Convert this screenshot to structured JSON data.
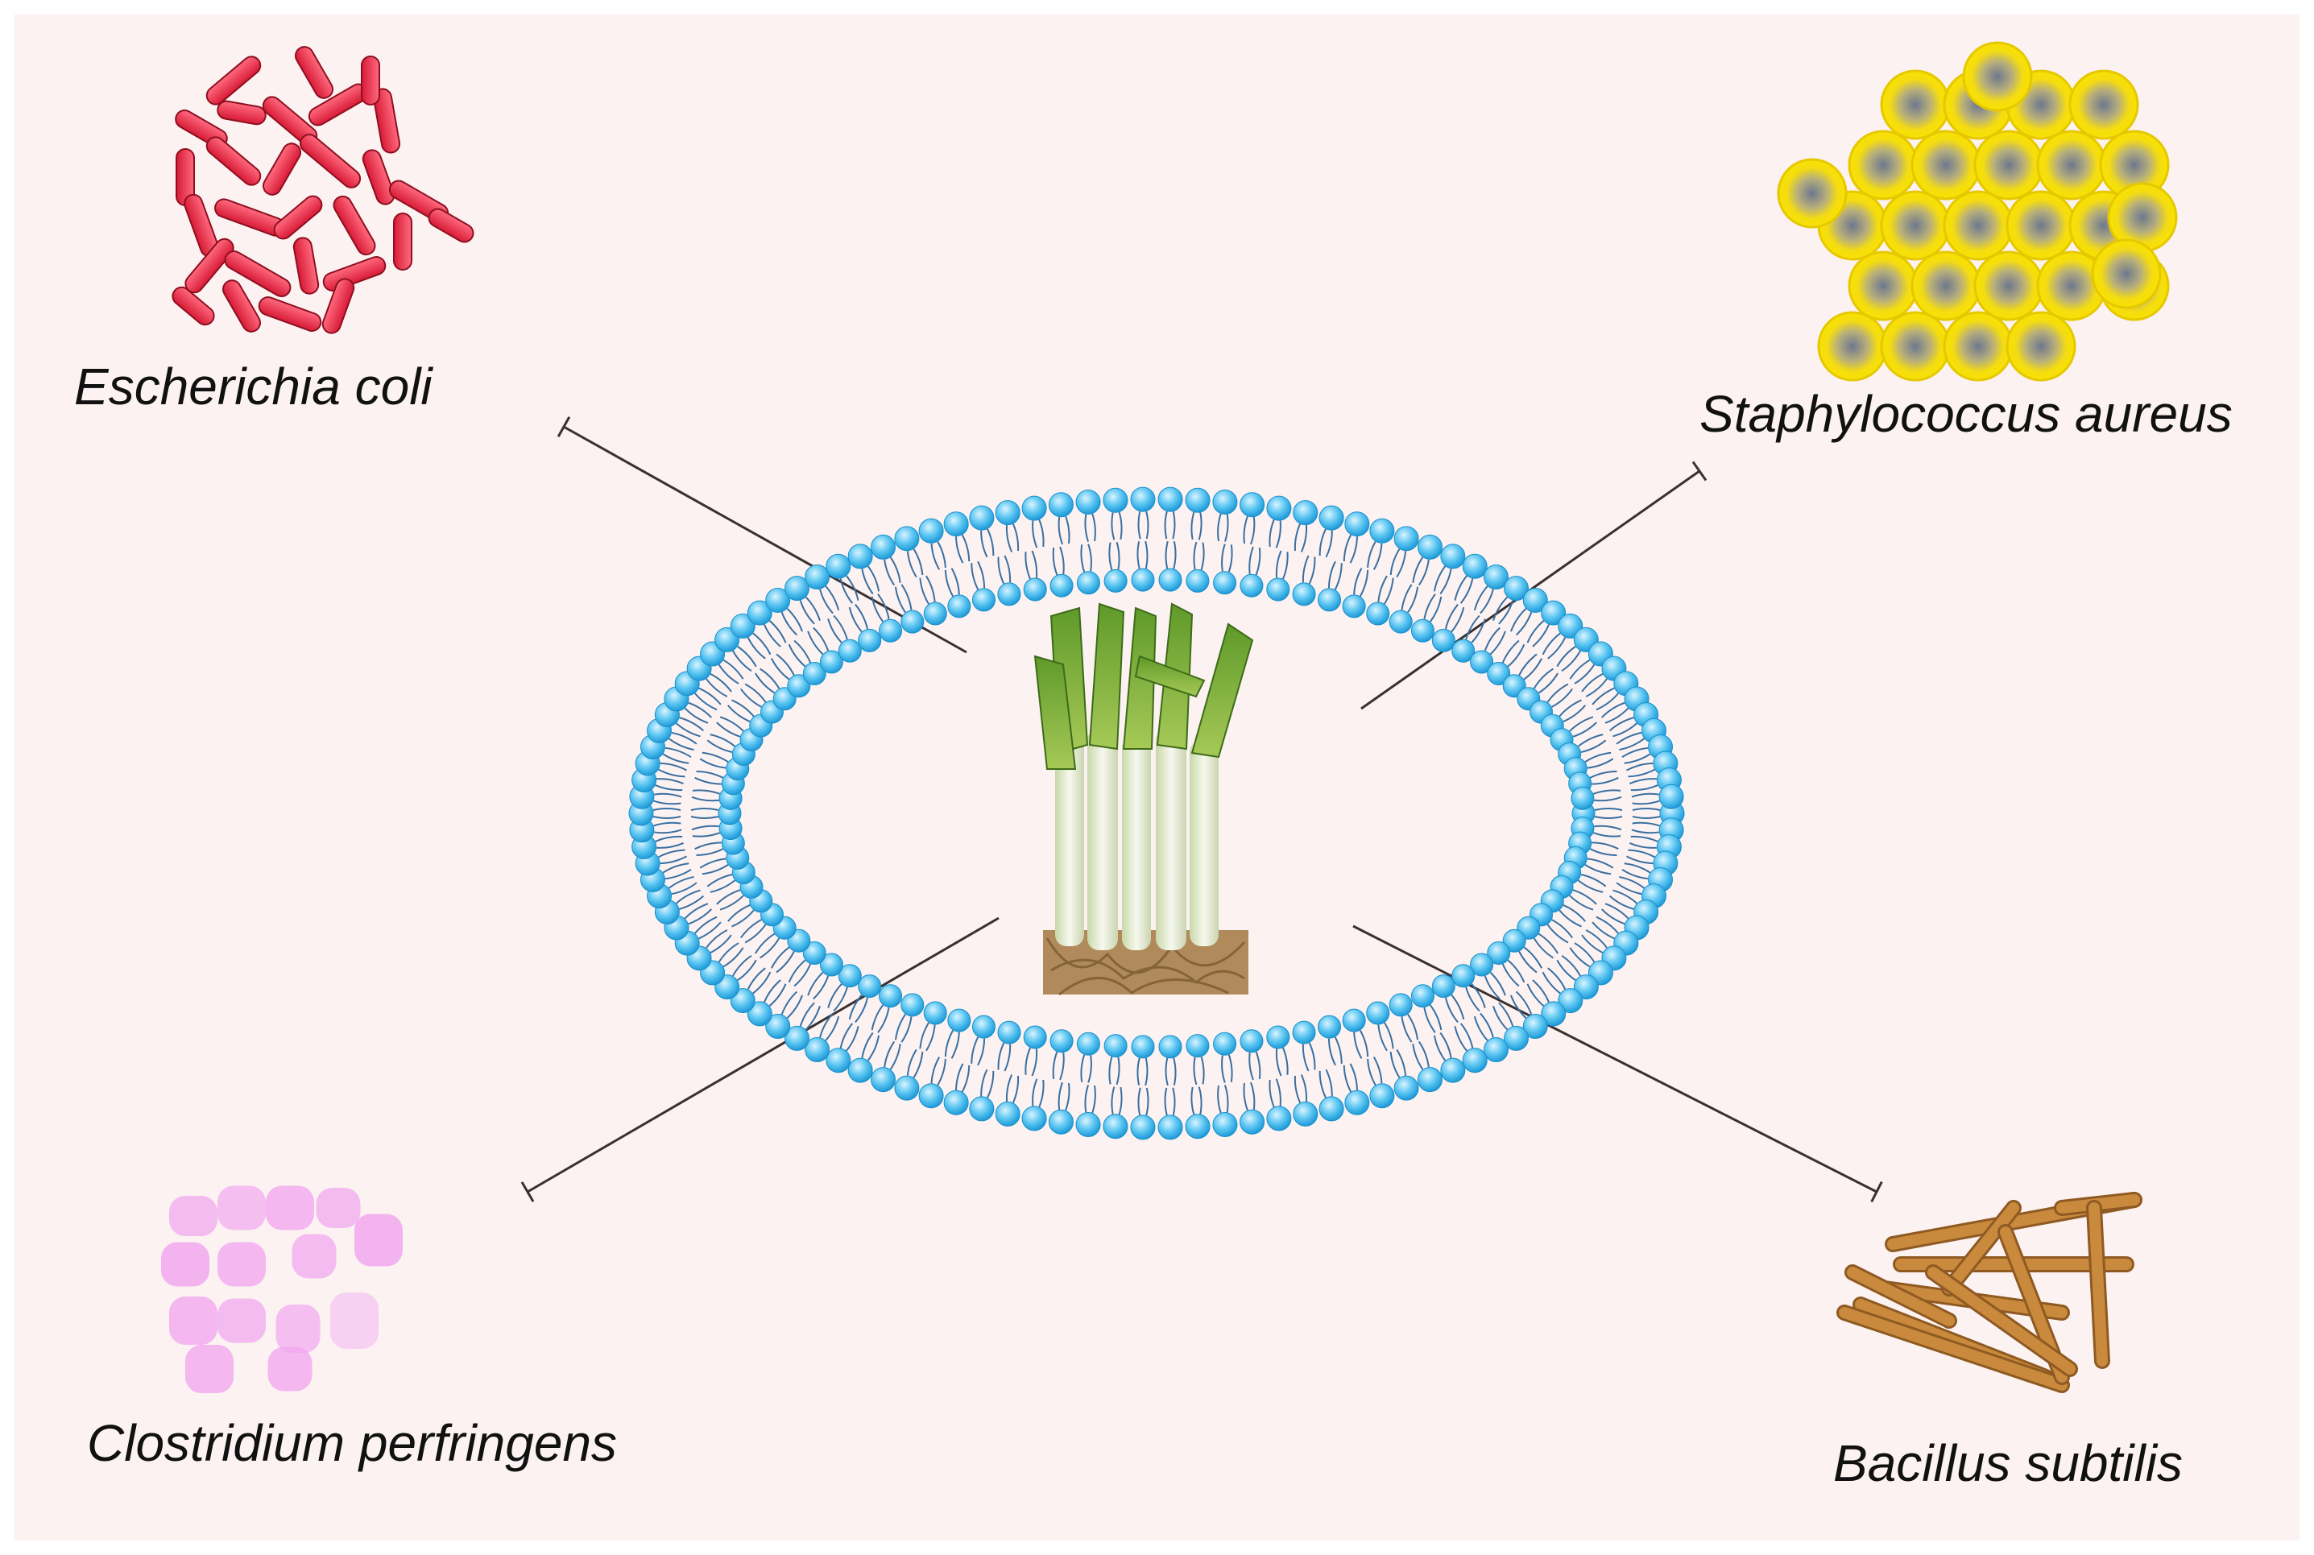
{
  "colors": {
    "background": "#fcf2f2",
    "lipid_head": "#35b5ea",
    "lipid_tail": "#3a6fa0",
    "ecoli": "#e8243f",
    "staph": "#f2dd00",
    "clostridium": "#f1a8ef",
    "bacillus": "#c98a3e",
    "inhibition_line": "#3a3030"
  },
  "center": {
    "icon": "leek-bundle-icon"
  },
  "bacteria": [
    {
      "id": "ecoli",
      "name": "Escherichia coli",
      "icon": "rod-bacteria-red-icon"
    },
    {
      "id": "staph",
      "name": "Staphylococcus aureus",
      "icon": "coccus-cluster-yellow-icon"
    },
    {
      "id": "clostridium",
      "name": "Clostridium perfringens",
      "icon": "rod-bacteria-pink-icon"
    },
    {
      "id": "bacillus",
      "name": "Bacillus subtilis",
      "icon": "rod-bacteria-brown-icon"
    }
  ]
}
